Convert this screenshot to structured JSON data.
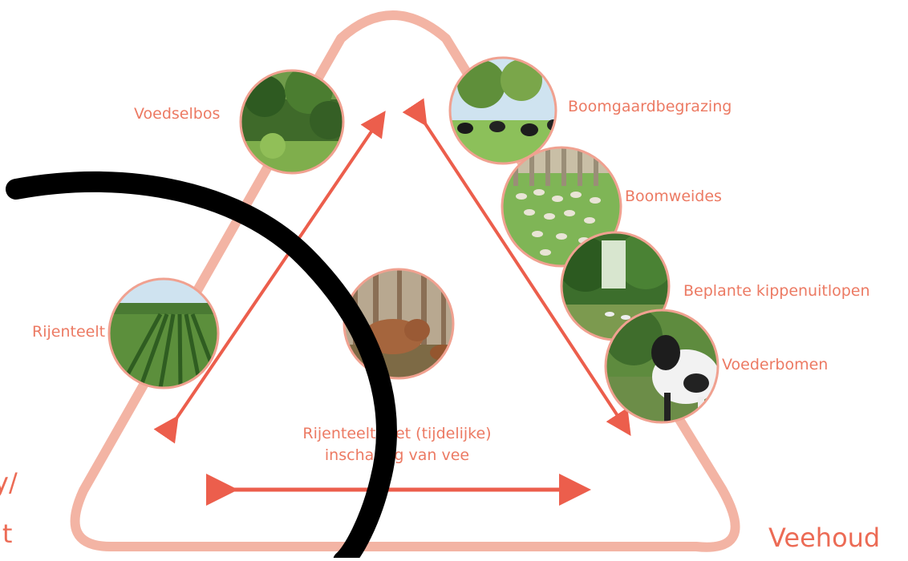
{
  "diagram": {
    "labels": {
      "voedselbos": "Voedselbos",
      "boomgaardbegrazing": "Boomgaardbegrazing",
      "boomweides": "Boomweides",
      "beplante_kippenuitlopen": "Beplante kippenuitlopen",
      "voederbomen": "Voederbomen",
      "rijenteelt": "Rijenteelt",
      "center_line1": "Rijenteelt met (tijdelijke)",
      "center_line2": "inscharing van vee",
      "corner_right": "Veehoud",
      "corner_left_line1": "y/",
      "corner_left_line2": "lt"
    },
    "photos": [
      {
        "name": "voedselbos-photo",
        "subject": "forest"
      },
      {
        "name": "boomgaardbegrazing-photo",
        "subject": "cattle-orchard"
      },
      {
        "name": "boomweides-photo",
        "subject": "sheep-trees"
      },
      {
        "name": "kippenuitlopen-photo",
        "subject": "chickens-trees"
      },
      {
        "name": "voederbomen-photo",
        "subject": "cow-trees"
      },
      {
        "name": "rijenteelt-photo",
        "subject": "crop-rows"
      },
      {
        "name": "rijenteelt-vee-photo",
        "subject": "pigs-trees"
      }
    ],
    "colors": {
      "triangle": "#f3b4a4",
      "arrows": "#ec5e4c",
      "text": "#ec7a63",
      "overlay": "#000000"
    }
  }
}
